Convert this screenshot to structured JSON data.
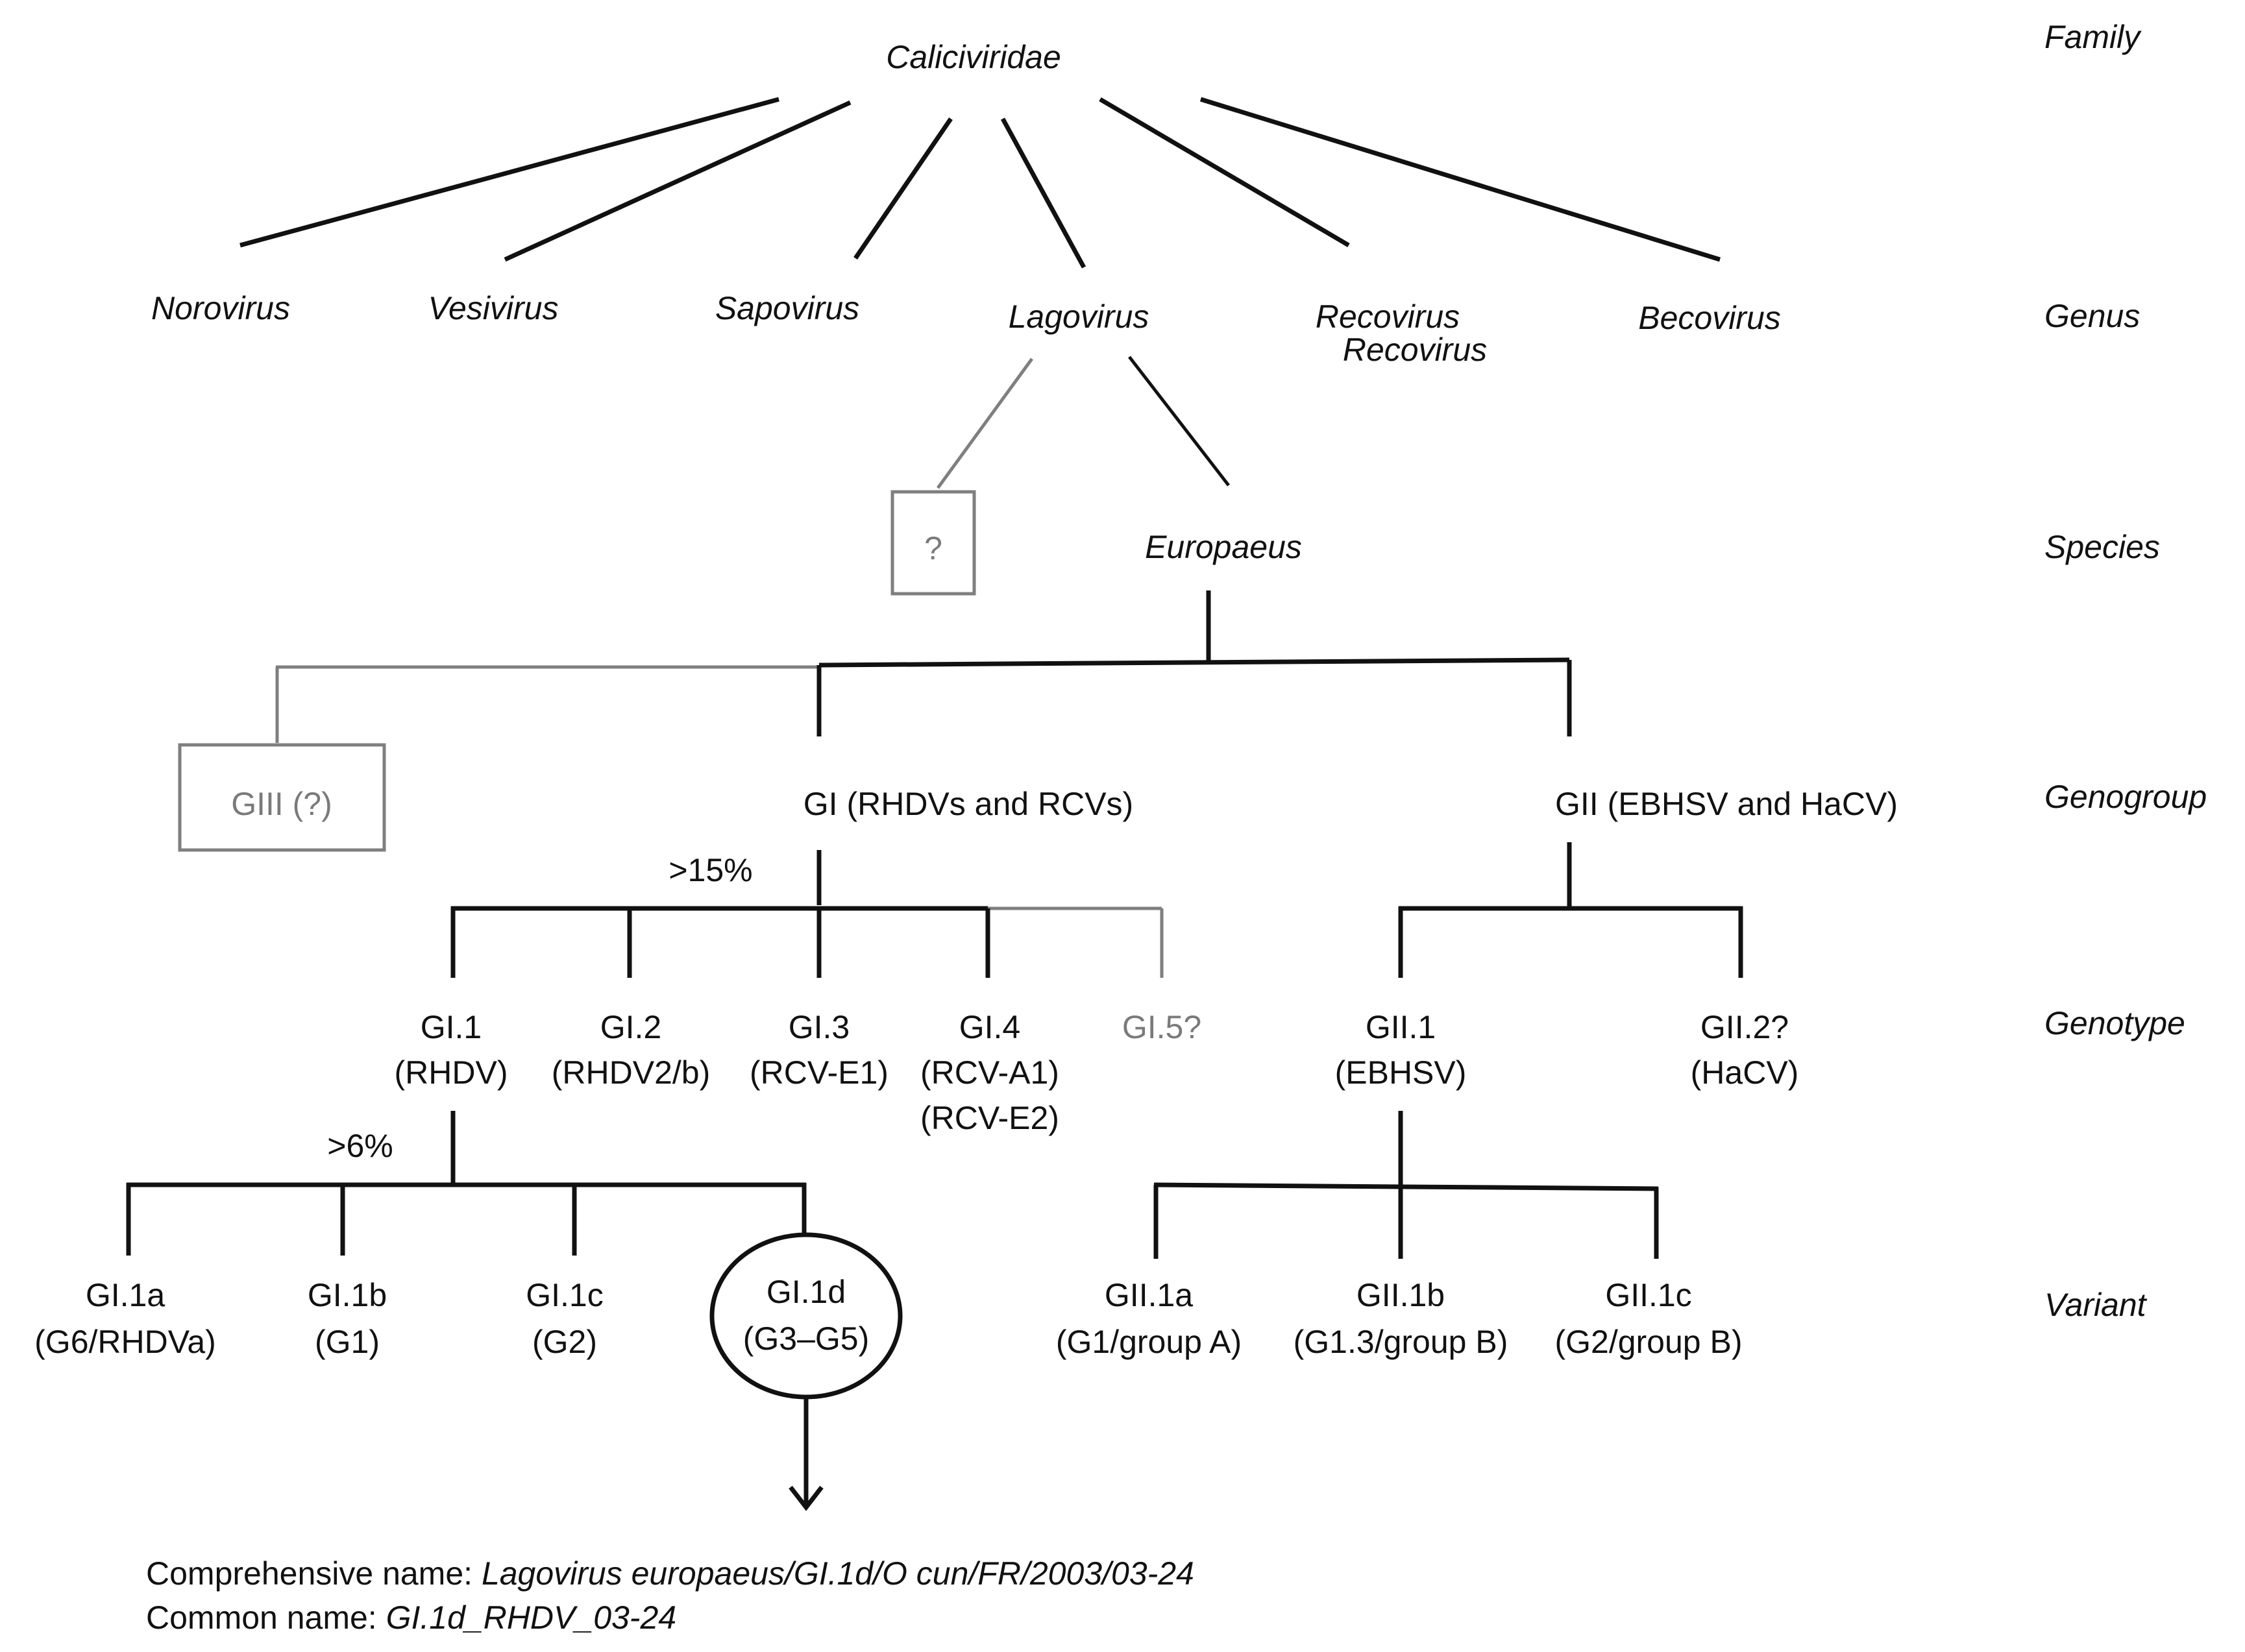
{
  "family": "Caliciviridae",
  "genera": [
    "Norovirus",
    "Vesivirus",
    "Sapovirus",
    "Lagovirus",
    "Recovirus",
    "Becovirus"
  ],
  "genus_extra": "Recovirus",
  "species": {
    "unknown": "?",
    "europaeus": "Europaeus"
  },
  "genogroups": {
    "giii": "GIII (?)",
    "gi": "GI (RHDVs and RCVs)",
    "gii": "GII (EBHSV and HaCV)"
  },
  "thresholds": {
    "genotype": ">15%",
    "variant": ">6%"
  },
  "genotypes": [
    {
      "code": "GI.1",
      "sub": [
        "(RHDV)"
      ]
    },
    {
      "code": "GI.2",
      "sub": [
        "(RHDV2/b)"
      ]
    },
    {
      "code": "GI.3",
      "sub": [
        "(RCV-E1)"
      ]
    },
    {
      "code": "GI.4",
      "sub": [
        "(RCV-A1)",
        "(RCV-E2)"
      ]
    },
    {
      "code": "GI.5?",
      "sub": []
    },
    {
      "code": "GII.1",
      "sub": [
        "(EBHSV)"
      ]
    },
    {
      "code": "GII.2?",
      "sub": [
        "(HaCV)"
      ]
    }
  ],
  "variants": [
    {
      "code": "GI.1a",
      "sub": "(G6/RHDVa)"
    },
    {
      "code": "GI.1b",
      "sub": "(G1)"
    },
    {
      "code": "GI.1c",
      "sub": "(G2)"
    },
    {
      "code": "GI.1d",
      "sub": "(G3–G5)"
    },
    {
      "code": "GII.1a",
      "sub": "(G1/group A)"
    },
    {
      "code": "GII.1b",
      "sub": "(G1.3/group B)"
    },
    {
      "code": "GII.1c",
      "sub": "(G2/group B)"
    }
  ],
  "ranks": [
    "Family",
    "Genus",
    "Species",
    "Genogroup",
    "Genotype",
    "Variant"
  ],
  "naming": {
    "comprehensive_label": "Comprehensive name:",
    "comprehensive_value": "Lagovirus europaeus/GI.1d/O cun/FR/2003/03-24",
    "common_label": "Common name:",
    "common_value": "GI.1d_RHDV_03-24"
  }
}
